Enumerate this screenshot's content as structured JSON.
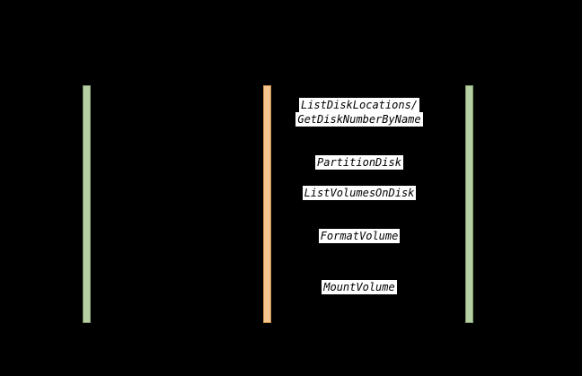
{
  "diagram": {
    "type": "sequence-diagram",
    "background_color": "#000000",
    "label_text_color": "#000000",
    "label_background_color": "#ffffff",
    "lifelines": [
      {
        "id": "left",
        "color": "#b7cfa4",
        "border_color": "#7d9b67"
      },
      {
        "id": "middle",
        "color": "#f5c58e",
        "border_color": "#c98f51"
      },
      {
        "id": "right",
        "color": "#b7cfa4",
        "border_color": "#7d9b67"
      }
    ],
    "messages": [
      {
        "lines": [
          "ListDiskLocations/",
          "GetDiskNumberByName"
        ]
      },
      {
        "lines": [
          "PartitionDisk"
        ]
      },
      {
        "lines": [
          "ListVolumesOnDisk"
        ]
      },
      {
        "lines": [
          "FormatVolume"
        ]
      },
      {
        "lines": [
          "MountVolume"
        ]
      }
    ]
  }
}
